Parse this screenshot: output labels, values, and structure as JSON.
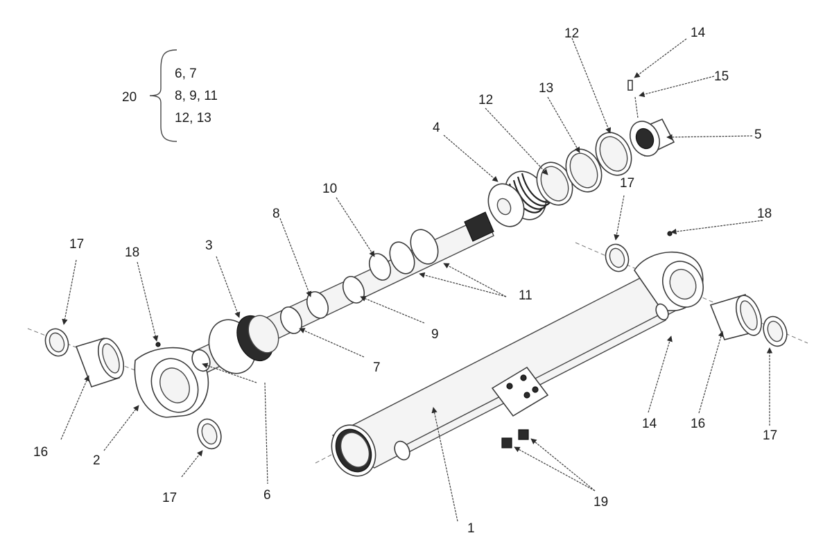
{
  "kit": {
    "number": "20",
    "lines": [
      "6, 7",
      "8, 9, 11",
      "12, 13"
    ]
  },
  "callouts": {
    "p1": "1",
    "p2": "2",
    "p3": "3",
    "p4": "4",
    "p5": "5",
    "p6": "6",
    "p7": "7",
    "p8": "8",
    "p9": "9",
    "p10": "10",
    "p11": "11",
    "p12a": "12",
    "p12b": "12",
    "p13": "13",
    "p14a": "14",
    "p14b": "14",
    "p15": "15",
    "p16a": "16",
    "p16b": "16",
    "p17a": "17",
    "p17b": "17",
    "p17c": "17",
    "p17d": "17",
    "p18a": "18",
    "p18b": "18",
    "p19": "19"
  },
  "colors": {
    "line": "#3a3a3a",
    "text": "#1a1a1a",
    "background": "#ffffff"
  }
}
